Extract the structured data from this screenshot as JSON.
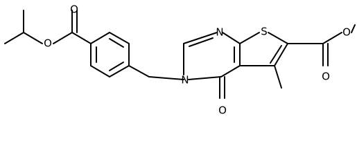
{
  "colors": {
    "background": "#ffffff",
    "bond": "#000000",
    "atom_text": "#000000"
  },
  "atoms": {
    "ester_o_carbonyl_left": "O",
    "ester_o_single_left": "O",
    "pyrimidine_n_top": "N",
    "thiophene_s": "S",
    "pyrimidine_n_left": "N",
    "ester_o_single_right": "O",
    "ester_o_carbonyl_right": "O",
    "lactam_o": "O"
  }
}
